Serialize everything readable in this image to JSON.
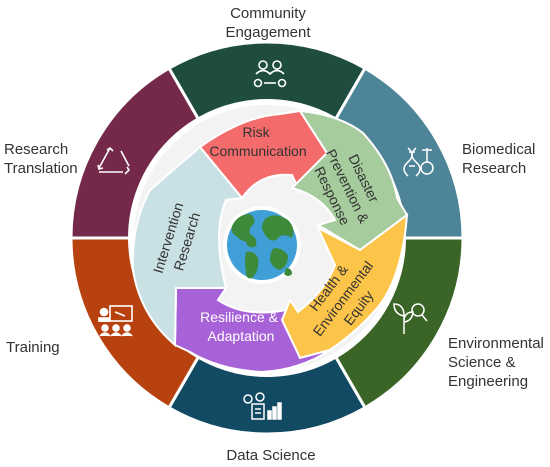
{
  "outer_ring": [
    {
      "key": "community",
      "lines": [
        "Community",
        "Engagement"
      ],
      "color": "#1e4d40",
      "icon": "people-network-icon"
    },
    {
      "key": "biomedical",
      "lines": [
        "Biomedical",
        "Research"
      ],
      "color": "#4d8497",
      "icon": "dna-microscope-icon"
    },
    {
      "key": "environmental",
      "lines": [
        "Environmental",
        "Science &",
        "Engineering"
      ],
      "color": "#3b6527",
      "icon": "plant-magnifier-icon"
    },
    {
      "key": "data_science",
      "lines": [
        "Data Science"
      ],
      "color": "#124a63",
      "icon": "data-chart-icon"
    },
    {
      "key": "training",
      "lines": [
        "Training"
      ],
      "color": "#b8420f",
      "icon": "presentation-icon"
    },
    {
      "key": "translation",
      "lines": [
        "Research",
        "Translation"
      ],
      "color": "#75294a",
      "icon": "recycle-icon"
    }
  ],
  "inner_arrows": [
    {
      "key": "risk",
      "lines": [
        "Risk",
        "Communication"
      ],
      "color": "#f36b6b"
    },
    {
      "key": "disaster",
      "lines": [
        "Disaster",
        "Prevention &",
        "Response"
      ],
      "color": "#a6cc9d"
    },
    {
      "key": "health",
      "lines": [
        "Health &",
        "Environmental",
        "Equity"
      ],
      "color": "#fcc54a"
    },
    {
      "key": "resilience",
      "lines": [
        "Resilience &",
        "Adaptation"
      ],
      "color": "#a862d8"
    },
    {
      "key": "intervention",
      "lines": [
        "Intervention",
        "Research"
      ],
      "color": "#c9e0e4"
    }
  ],
  "center": {
    "icon": "globe-icon",
    "ocean_color": "#3f9fd6",
    "land_color": "#3d8a3a"
  }
}
